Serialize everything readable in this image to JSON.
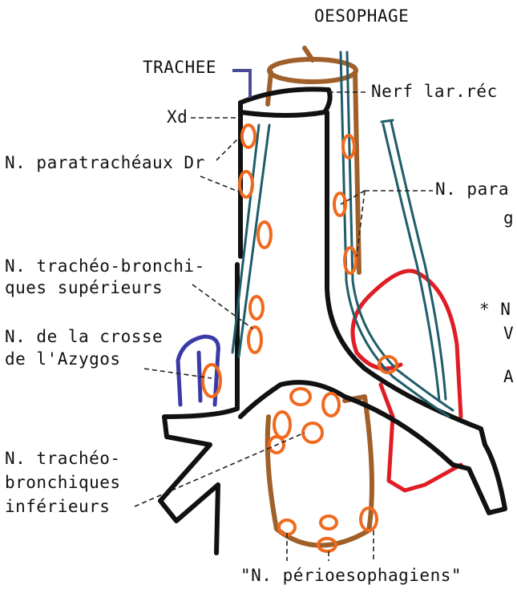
{
  "labels": {
    "oesophage": "OESOPHAGE",
    "trachee": "TRACHEE",
    "xd": "Xd",
    "nerf": "Nerf lar.réc",
    "paratracheaux_dr": "N. paratrachéaux Dr",
    "para_g_1": "N. para",
    "para_g_2": "g",
    "tracheo_sup_1": "N. trachéo-bronchi-",
    "tracheo_sup_2": "ques supérieurs",
    "crosse_1": "N. de la crosse",
    "crosse_2": "de l'Azygos",
    "tracheo_inf_1": "N. trachéo-",
    "tracheo_inf_2": "bronchiques",
    "tracheo_inf_3": "inférieurs",
    "periosophagiens": "\"N. périoesophagiens\"",
    "star_n": "* N",
    "star_v": "V",
    "star_a": "A"
  },
  "colors": {
    "trachea_outline": "#111111",
    "oesophagus": "#a0602a",
    "nerve": "#1f5d6b",
    "node": "#f06a1e",
    "aorta": "#e01c24",
    "azygos": "#3a3aa8",
    "leader_line": "#222222",
    "trachee_pointer": "#4a4a9a"
  }
}
